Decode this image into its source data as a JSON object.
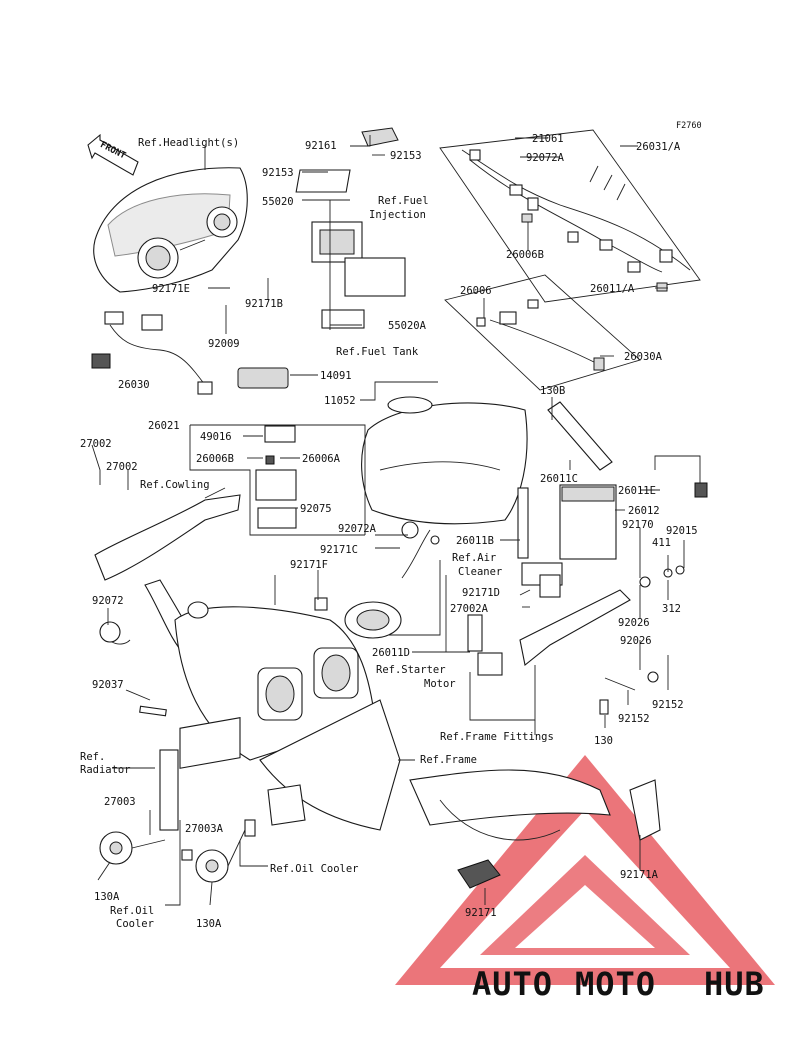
{
  "figure_code": "F2760",
  "front_tag": "FRONT",
  "labels": {
    "ref_headlight": "Ref.Headlight(s)",
    "p92161": "92161",
    "p92153a": "92153",
    "p92153b": "92153",
    "p55020": "55020",
    "ref_fuel_injection_1": "Ref.Fuel",
    "ref_fuel_injection_2": "Injection",
    "p92171e": "92171E",
    "p92171b": "92171B",
    "p55020a": "55020A",
    "p92009": "92009",
    "p26030": "26030",
    "ref_fuel_tank": "Ref.Fuel Tank",
    "p14091": "14091",
    "p11052": "11052",
    "p26021": "26021",
    "p49016": "49016",
    "p26006b_left": "26006B",
    "p26006a": "26006A",
    "p27002a_left": "27002",
    "p27002b_left": "27002",
    "ref_cowling": "Ref.Cowling",
    "p92075": "92075",
    "p92072a": "92072A",
    "p92171c": "92171C",
    "p92171f": "92171F",
    "ref_air_cleaner_1": "Ref.Air",
    "ref_air_cleaner_2": "Cleaner",
    "p92072": "92072",
    "p26011d": "26011D",
    "ref_starter_1": "Ref.Starter",
    "ref_starter_2": "Motor",
    "p92037": "92037",
    "ref_frame_fittings": "Ref.Frame Fittings",
    "ref_radiator_1": "Ref.",
    "ref_radiator_2": "Radiator",
    "ref_frame": "Ref.Frame",
    "p27003": "27003",
    "p27003a": "27003A",
    "ref_oil_cooler": "Ref.Oil Cooler",
    "p130a_left": "130A",
    "ref_oil_cooler_low_1": "Ref.Oil",
    "ref_oil_cooler_low_2": "Cooler",
    "p130a_right": "130A",
    "p92171": "92171",
    "p92171a": "92171A",
    "p21061": "21061",
    "p92072a_top": "92072A",
    "p26031a": "26031/A",
    "p26006b_top": "26006B",
    "p26011a": "26011/A",
    "p26006": "26006",
    "p26030a": "26030A",
    "p130b": "130B",
    "p26011c": "26011C",
    "p26011e": "26011E",
    "p26012": "26012",
    "p26011b": "26011B",
    "p92170": "92170",
    "p92015": "92015",
    "p411": "411",
    "p92171d": "92171D",
    "p27002a_right": "27002A",
    "p312": "312",
    "p92026a": "92026",
    "p92026b": "92026",
    "p92152a": "92152",
    "p92152b": "92152",
    "p130": "130"
  },
  "watermark": {
    "part1": "AUTO",
    "part2": "MOTO",
    "part3": "HUB",
    "triangle_color": "#e2343c",
    "auto_color": "#f4a94b",
    "hub_color": "#3a3a3a"
  }
}
